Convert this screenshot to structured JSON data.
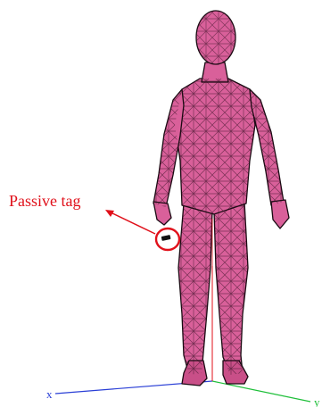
{
  "annotation": {
    "text": "Passive tag",
    "color": "#e0101a"
  },
  "axes": {
    "x_label": "x",
    "y_label": "y",
    "x_color": "#2a3fd6",
    "y_color": "#1fbf3a",
    "z_color": "#e0101a"
  },
  "model": {
    "fill": "#d9609a",
    "edge": "#1a0a12"
  }
}
